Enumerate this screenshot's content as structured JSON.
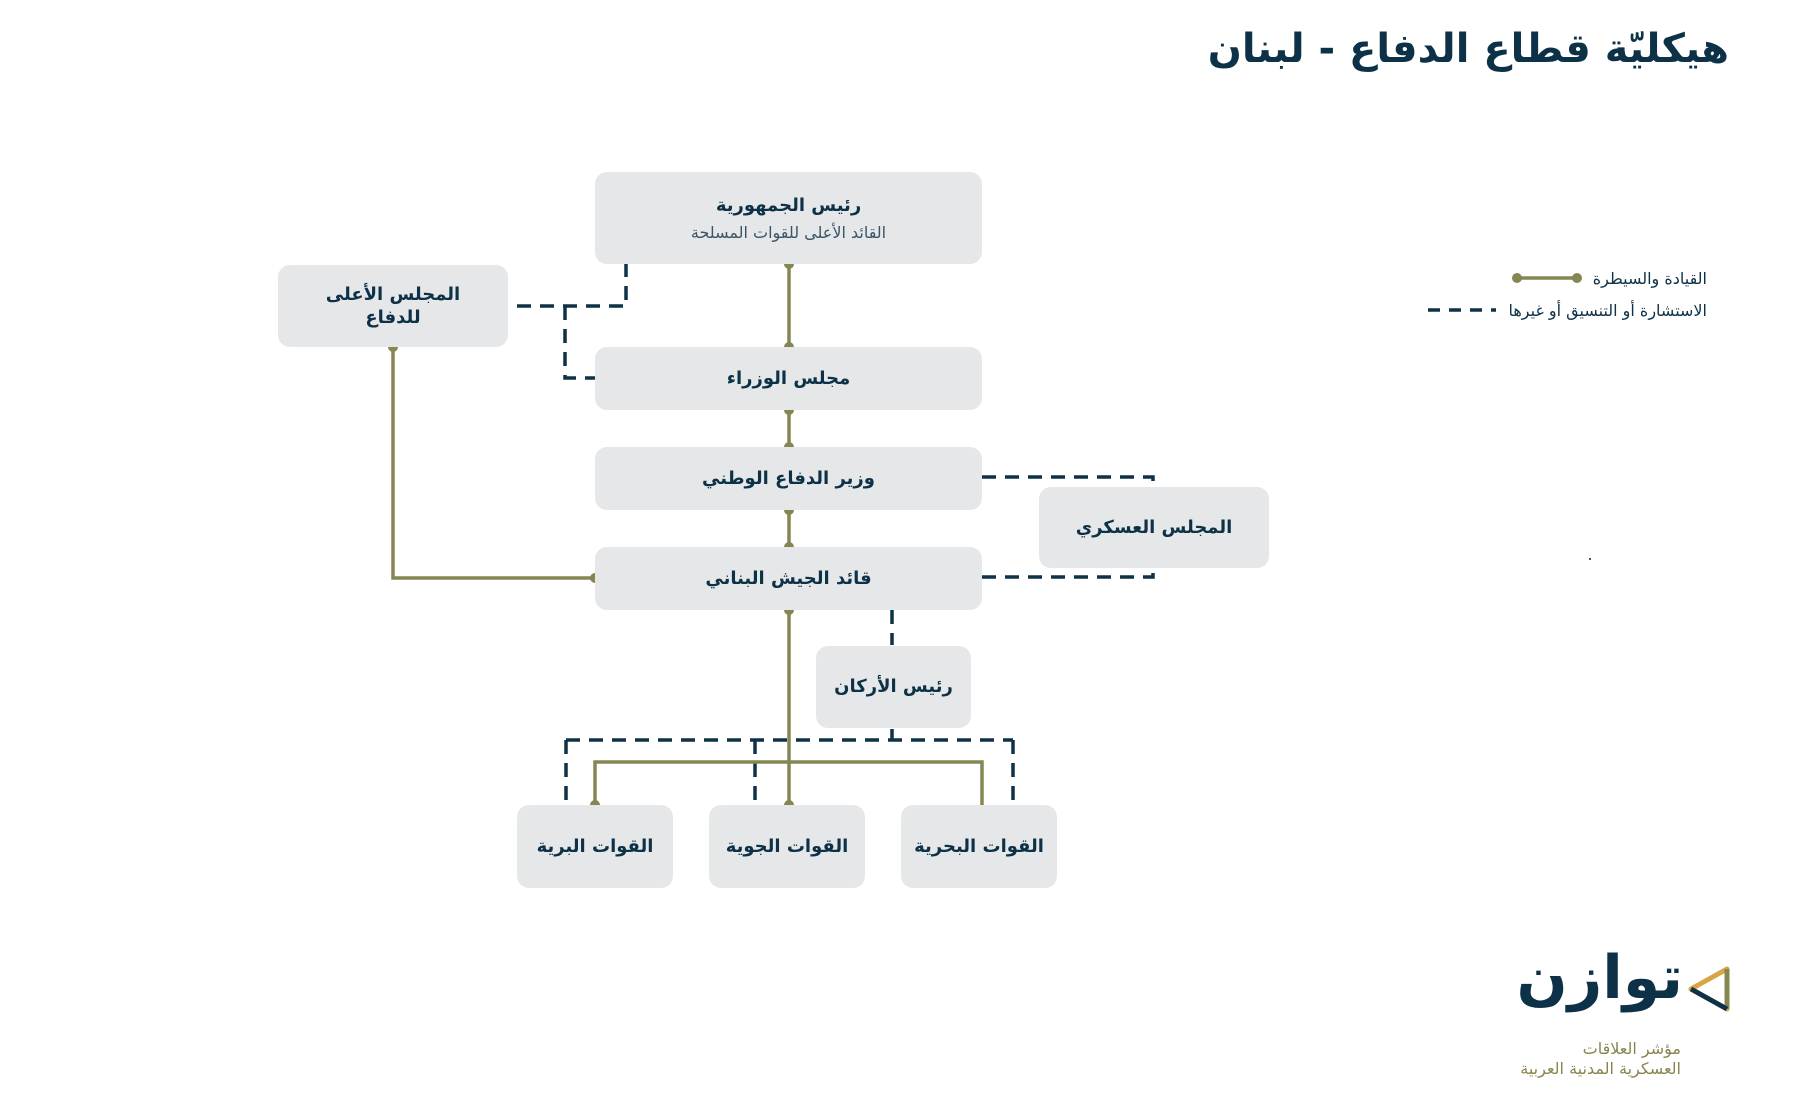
{
  "title": "هيكليّة قطاع الدفاع - لبنان",
  "colors": {
    "command": "#868653",
    "advisory": "#0d3247",
    "node_bg": "#e6e7e9",
    "title": "#0d3247"
  },
  "nodes": {
    "president": {
      "label": "رئيس الجمهورية",
      "sub": "القائد الأعلى للقوات المسلحة"
    },
    "supreme_defense_council": {
      "label": "المجلس الأعلى للدفاع"
    },
    "council_of_ministers": {
      "label": "مجلس الوزراء"
    },
    "minister_of_defense": {
      "label": "وزير الدفاع الوطني"
    },
    "military_council": {
      "label": "المجلس العسكري"
    },
    "army_commander": {
      "label": "قائد الجيش البناني"
    },
    "chief_of_staff": {
      "label": "رئيس الأركان"
    },
    "land_forces": {
      "label": "القوات البرية"
    },
    "air_forces": {
      "label": "القوات الجوية"
    },
    "naval_forces": {
      "label": "القوات البحرية"
    }
  },
  "legend": {
    "command": "القيادة والسيطرة",
    "advisory": "الاستشارة أو التنسيق أو غيرها"
  },
  "logo": {
    "name": "توازن",
    "caption_line1": "مؤشر العلاقات",
    "caption_line2": "العسكرية المدنية العربية"
  }
}
